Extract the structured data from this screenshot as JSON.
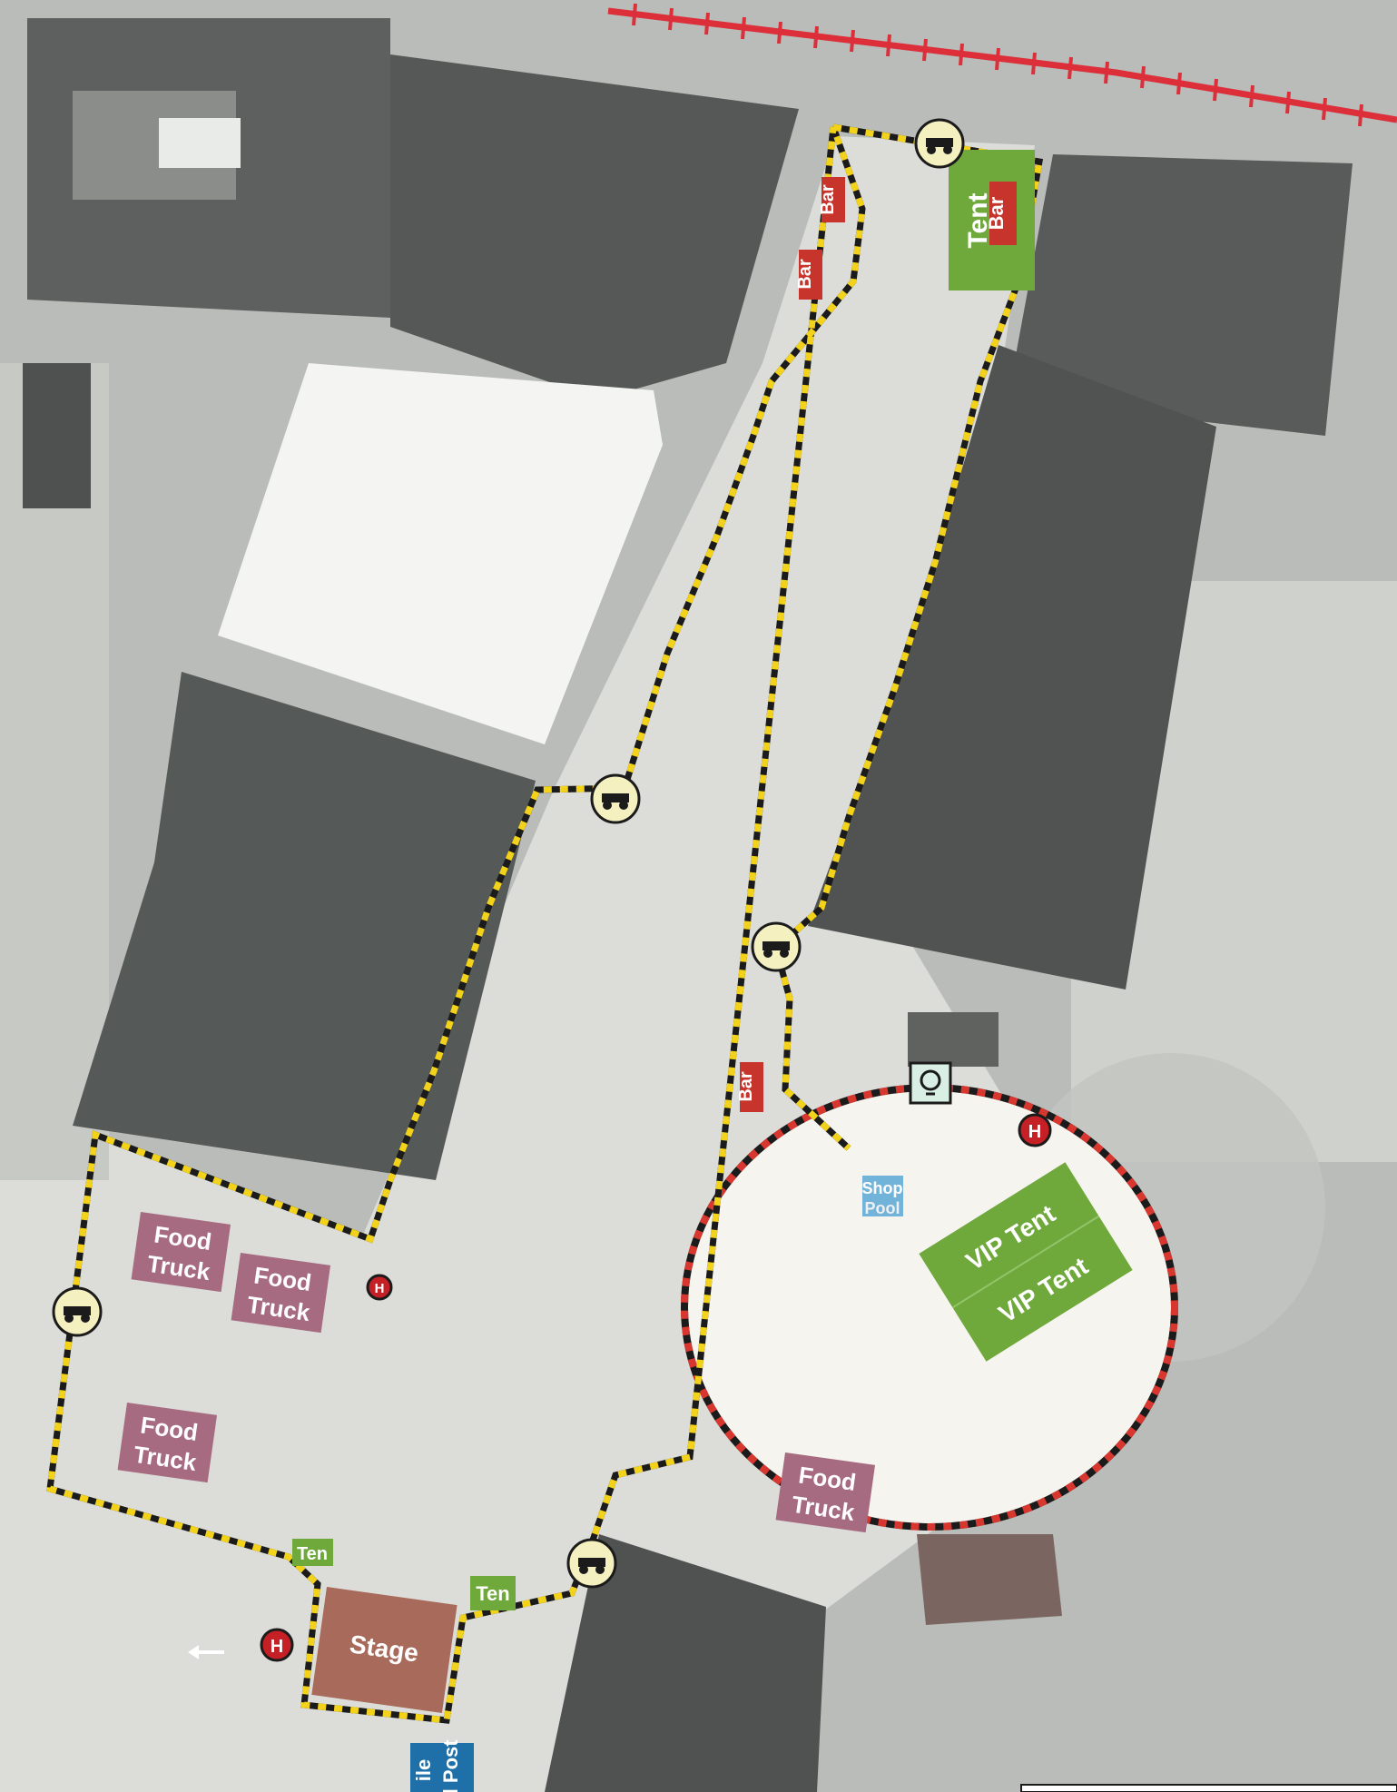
{
  "labels": {
    "bar": "Bar",
    "tent": "Tent",
    "tent_cut": "Ten",
    "vip_tent": "VIP Tent",
    "food": "Food",
    "truck": "Truck",
    "stage": "Stage",
    "shop_line1": "Shop",
    "shop_line2": "Pool",
    "post_line1": "ile",
    "post_line2": "d Post",
    "hospital": "H"
  },
  "icons": {
    "entry_point": "jeep-icon",
    "hospital": "hospital-marker-icon",
    "info": "lightbulb-icon",
    "direction": "left-arrow-icon"
  },
  "colors": {
    "route_primary": "#f2d21b",
    "route_secondary": "#1b1b1b",
    "vip_boundary": "#d8372f",
    "rail_line": "#dc2f3a",
    "tent_fill": "#6fa83b",
    "food_truck_fill": "#a66b80",
    "stage_fill": "#a86a5a",
    "bar_fill": "#c6342c",
    "hospital_fill": "#c42026",
    "blue_sign": "#1f6fa8"
  }
}
